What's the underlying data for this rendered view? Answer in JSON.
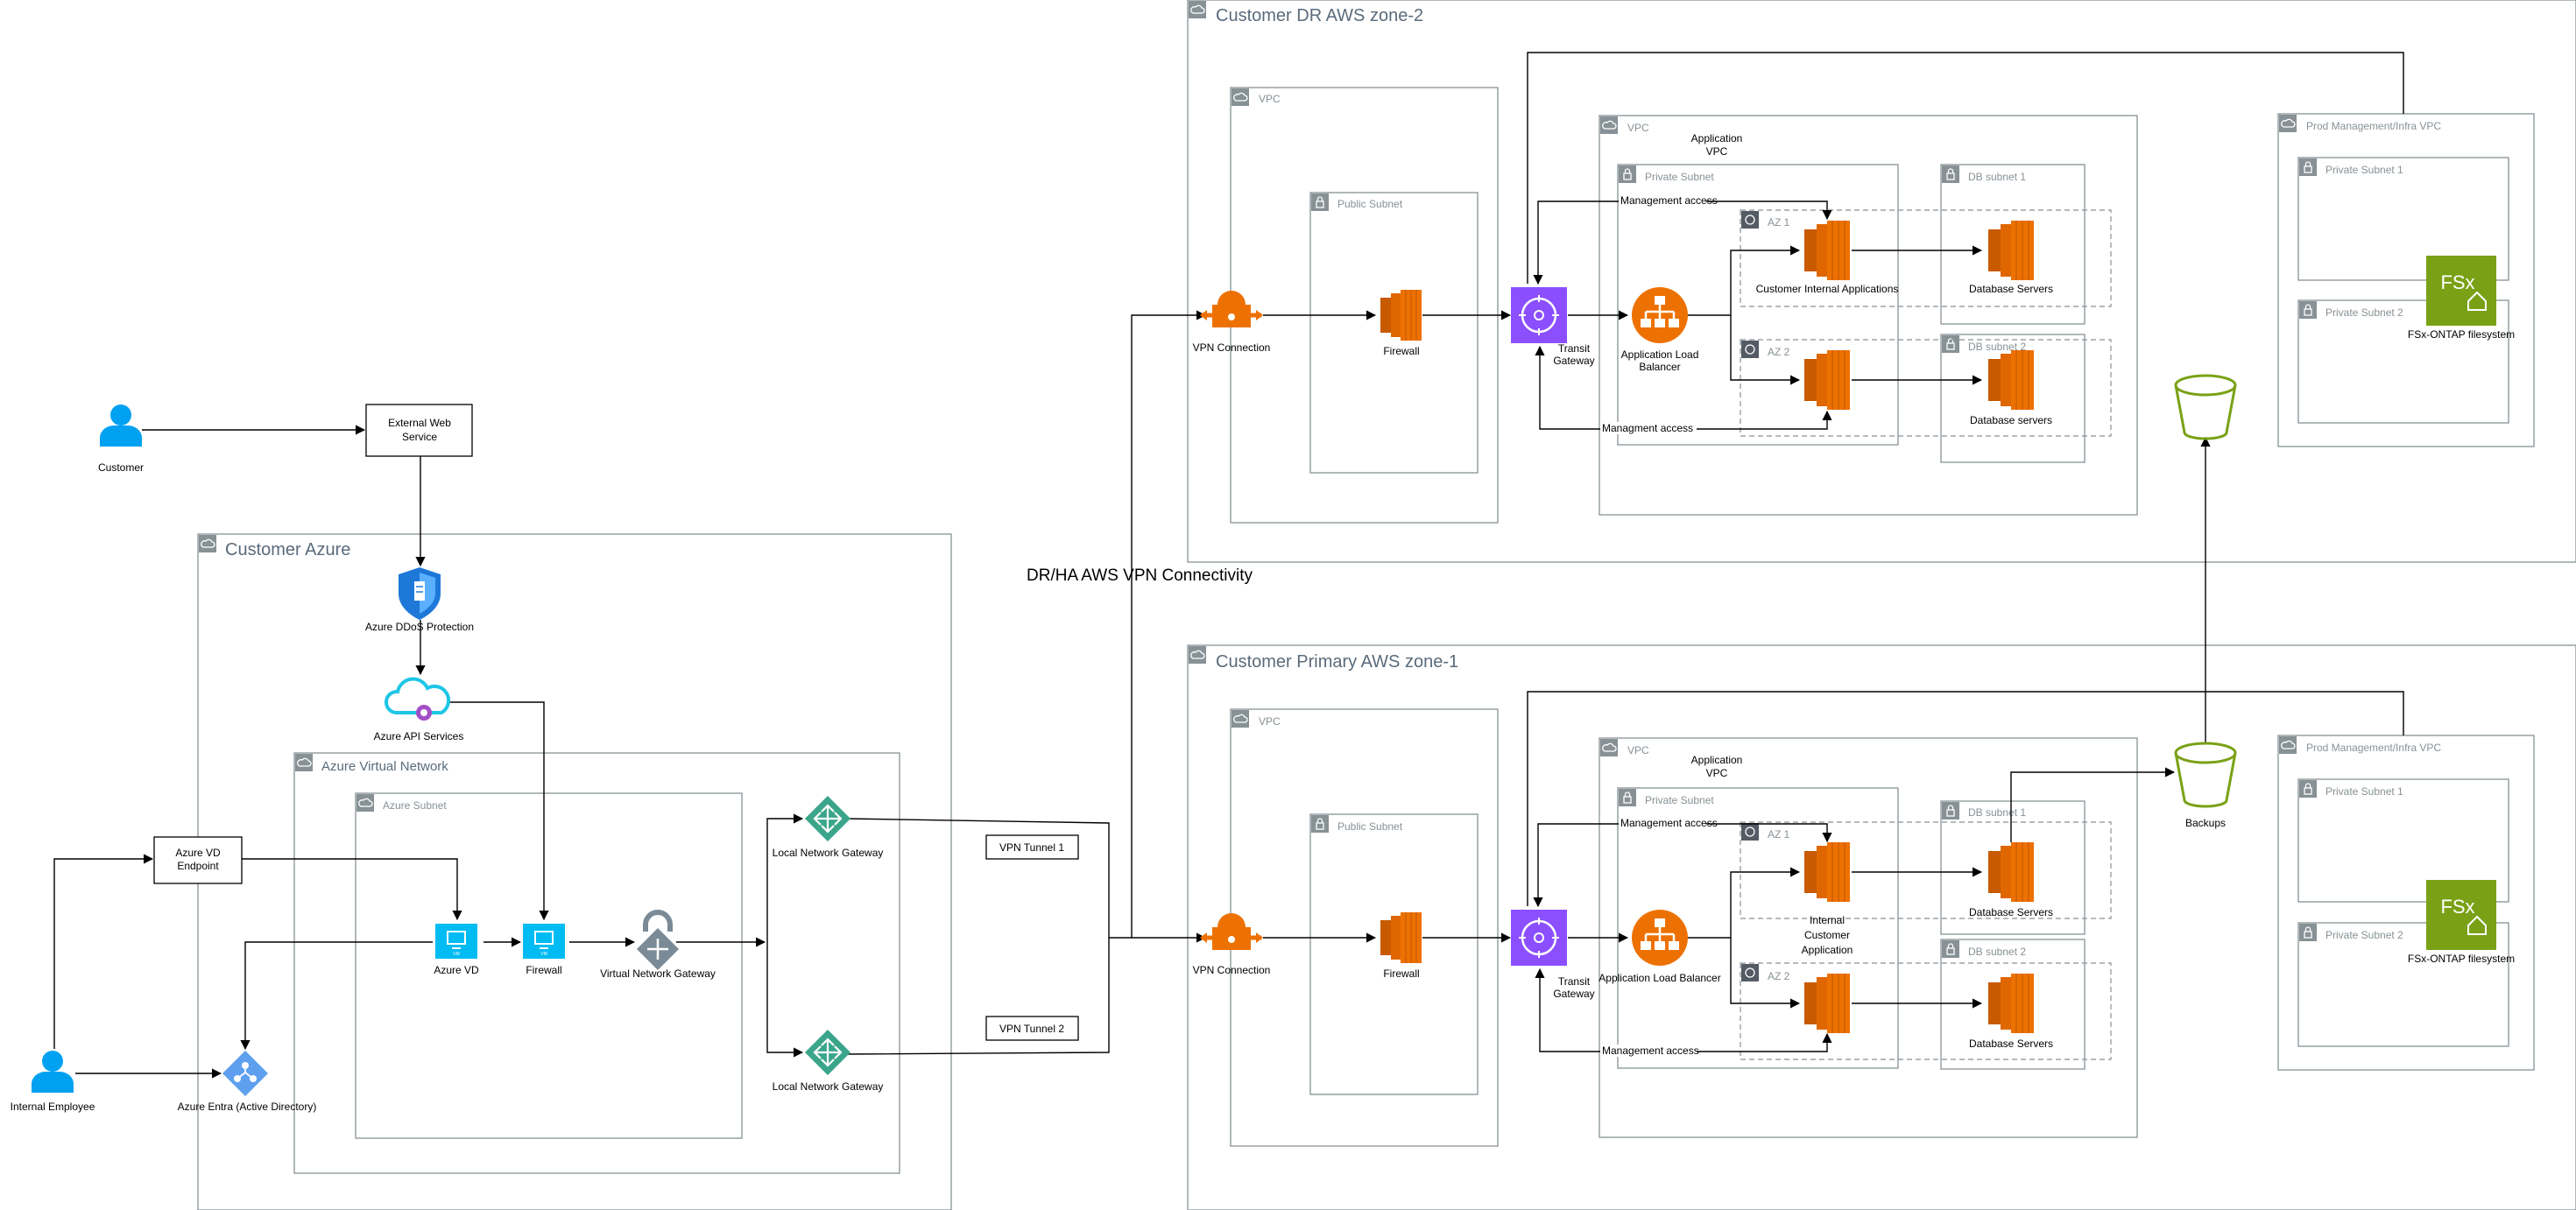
{
  "groups": {
    "customer_azure": "Customer Azure",
    "azure_virtual_network": "Azure Virtual Network",
    "azure_subnet": "Azure Subnet",
    "dr_zone": "Customer DR AWS zone-2",
    "primary_zone": "Customer Primary AWS zone-1",
    "vpc": "VPC",
    "public_subnet": "Public Subnet",
    "private_subnet": "Private Subnet",
    "db_subnet_1": "DB subnet 1",
    "db_subnet_2": "DB subnet 2",
    "az1": "AZ 1",
    "az2": "AZ 2",
    "prod_vpc": "Prod Management/Infra VPC",
    "private_subnet_1": "Private Subnet 1",
    "private_subnet_2": "Private Subnet 2",
    "application_vpc": "Application\nVPC"
  },
  "nodes": {
    "customer": "Customer",
    "external_web_service": "External Web\nService",
    "azure_ddos": "Azure DDoS Protection",
    "azure_api": "Azure API Services",
    "azure_vd_endpoint": "Azure VD\nEndpoint",
    "azure_vd": "Azure VD",
    "firewall": "Firewall",
    "virtual_network_gateway": "Virtual Network Gateway",
    "local_network_gateway": "Local Network Gateway",
    "vpn_tunnel_1": "VPN Tunnel 1",
    "vpn_tunnel_2": "VPN Tunnel 2",
    "internal_employee": "Internal Employee",
    "azure_entra": "Azure Entra (Active Directory)",
    "vpn_connection": "VPN Connection",
    "transit_gateway": "Transit\nGateway",
    "alb_dr": "Application Load\nBalancer",
    "alb_primary": "Application Load Balancer",
    "customer_internal_apps": "Customer Internal Applications",
    "internal_customer_app": "Internal\nCustomer\nApplication",
    "database_servers": "Database Servers",
    "database_servers_lower": "Database servers",
    "fsx": "FSx-ONTAP filesystem",
    "backups": "Backups",
    "vm_badge": "VM",
    "fsx_badge": "FSx"
  },
  "edges": {
    "management_access": "Management access",
    "managment_access": "Managment access",
    "dr_ha": "DR/HA AWS VPN Connectivity"
  },
  "colors": {
    "aws_compute": "#ed7100",
    "aws_network": "#8c4fff",
    "aws_storage": "#7aa116",
    "azure_blue": "#1e90ff",
    "azure_cyan": "#00bcf2",
    "azure_teal": "#3aa58a",
    "group_gray": "#879196"
  }
}
